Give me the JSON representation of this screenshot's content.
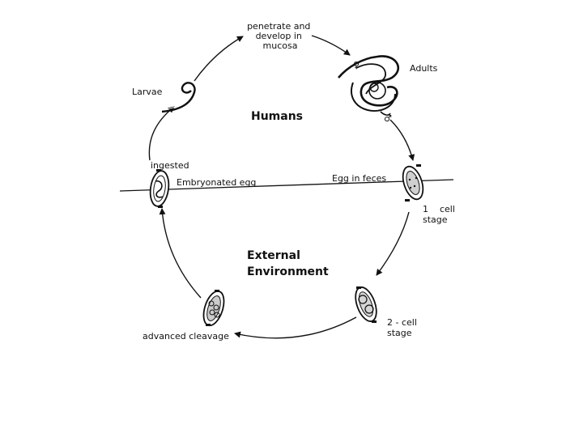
{
  "diagram": {
    "labels": {
      "penetrate": [
        "penetrate and",
        "develop in",
        "mucosa"
      ],
      "adults": "Adults",
      "larvae": "Larvae",
      "humans": "Humans",
      "ingested": "ingested",
      "embryonated_egg": "Embryonated egg",
      "egg_in_feces": "Egg in feces",
      "one_cell": [
        "1    cell",
        "stage"
      ],
      "external": [
        "External",
        "Environment"
      ],
      "two_cell": [
        "2 - cell",
        "stage"
      ],
      "advanced_cleavage": "advanced cleavage",
      "female_symbol": "♀",
      "male_symbol": "♂"
    }
  }
}
